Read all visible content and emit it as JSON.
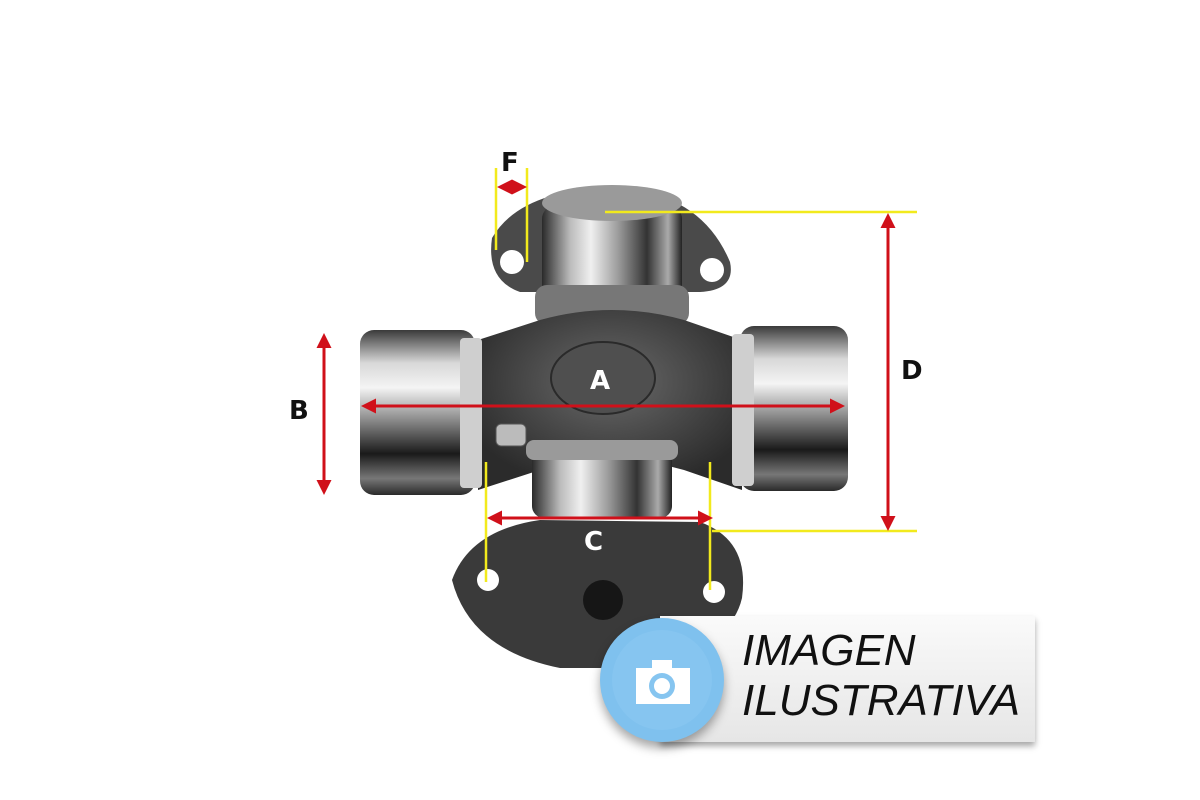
{
  "diagram": {
    "subject": "universal joint cross with bearing caps and flanged yokes",
    "dimension_labels": {
      "A": "A",
      "B": "B",
      "C": "C",
      "D": "D",
      "F": "F"
    },
    "colors": {
      "arrow": "#d0101a",
      "guide_line": "#f2ea1d",
      "badge_circle": "#7fc1ee",
      "badge_text": "#111111"
    }
  },
  "badge": {
    "icon": "camera-icon",
    "line1": "IMAGEN",
    "line2": "ILUSTRATIVA"
  }
}
